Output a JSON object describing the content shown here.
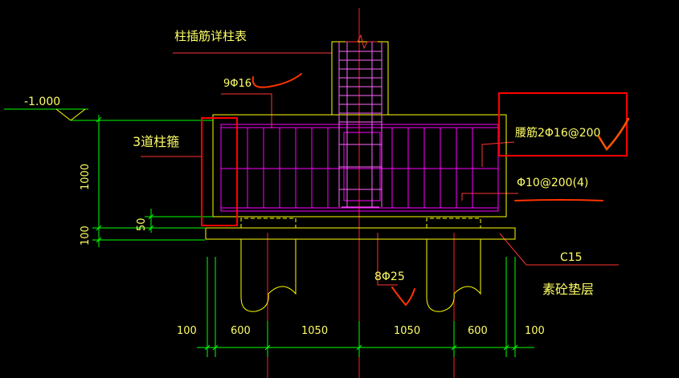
{
  "labels": {
    "column_rebar_ref": "柱插筋详柱表",
    "column_main_bars": "9Φ16",
    "level": "-1.000",
    "column_stirrups": "3道柱箍",
    "side_bars": "腰筋2Φ16@200",
    "stirrups": "Φ10@200(4)",
    "pile_bars": "8Φ25",
    "concrete_grade": "C15",
    "blinding_layer": "素砼垫层"
  },
  "dimensions": {
    "vertical": [
      "1000",
      "50",
      "100"
    ],
    "horizontal": [
      "100",
      "600",
      "1050",
      "1050",
      "600",
      "100"
    ]
  },
  "colors": {
    "background": "#000000",
    "outline": "#ffff00",
    "rebar": "#ff00ff",
    "dimension": "#00ff00",
    "axis": "#ff2020",
    "leader": "#ff3333",
    "text": "#ffff66",
    "markup": "#ff3300",
    "frame": "#ff0000",
    "check": "#ff5500",
    "stirrup_column": "#ff66ff"
  }
}
